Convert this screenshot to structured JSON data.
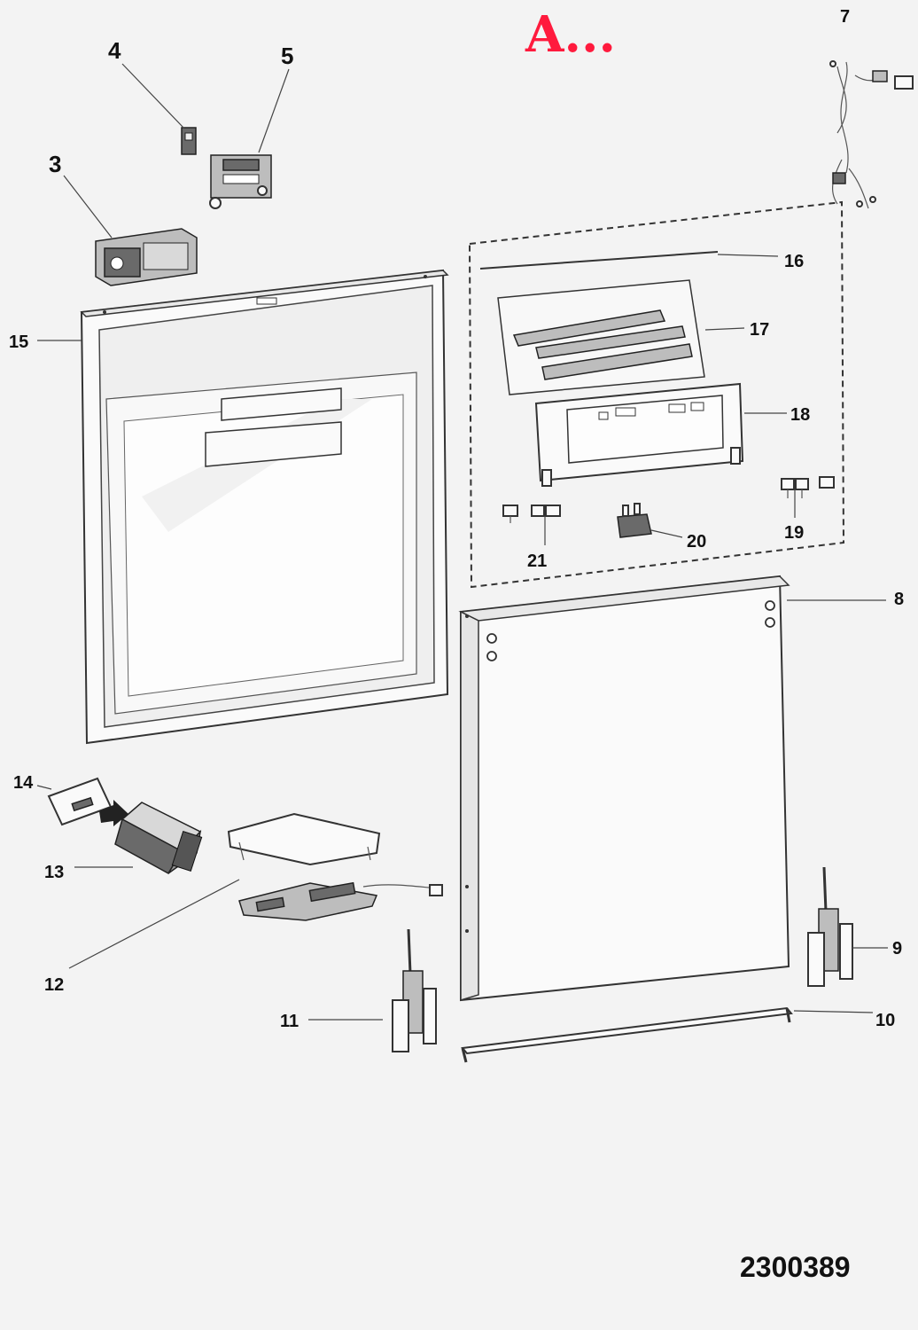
{
  "title": "A...",
  "doc_number": "2300389",
  "callouts": {
    "p3": "3",
    "p4": "4",
    "p5": "5",
    "p7": "7",
    "p8": "8",
    "p9": "9",
    "p10": "10",
    "p11": "11",
    "p12": "12",
    "p13": "13",
    "p14": "14",
    "p15": "15",
    "p16": "16",
    "p17": "17",
    "p18": "18",
    "p19": "19",
    "p20": "20",
    "p21": "21"
  },
  "colors": {
    "title": "#ff1a3d",
    "line": "#333333",
    "background": "#f3f3f3"
  }
}
